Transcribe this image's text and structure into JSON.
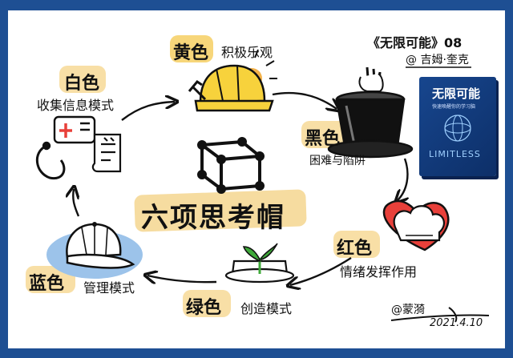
{
  "center_title": "六项思考帽",
  "series_title": "《无限可能》08",
  "author": "@ 吉姆·奎克",
  "signature": "@蒙漪",
  "date": "2021.4.10",
  "hats": [
    {
      "color_name": "黄色",
      "description": "积极乐观"
    },
    {
      "color_name": "黑色",
      "description": "困难与陷阱"
    },
    {
      "color_name": "红色",
      "description": "情绪发挥作用"
    },
    {
      "color_name": "绿色",
      "description": "创造模式"
    },
    {
      "color_name": "蓝色",
      "description": "管理模式"
    },
    {
      "color_name": "白色",
      "description": "收集信息模式"
    }
  ],
  "book": {
    "title": "无限可能",
    "subtitle": "快速唤醒你的学习脑",
    "cover_word": "LIMITLESS"
  },
  "colors": {
    "frame": "#1e4f93",
    "yellow": "#f7d23c",
    "highlight": "#f6dfa0",
    "red": "#e8403a",
    "green": "#3faa3a",
    "blue": "#9cc3ea",
    "orange": "#f3b24a"
  }
}
